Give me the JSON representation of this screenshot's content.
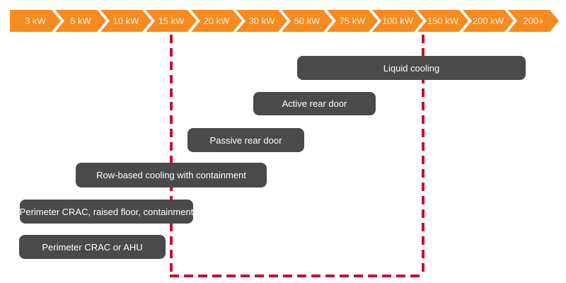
{
  "timeline": {
    "description": "rack power density scale",
    "segments": [
      {
        "label": "3 kW"
      },
      {
        "label": "5 kW"
      },
      {
        "label": "10 kW"
      },
      {
        "label": "15 kW"
      },
      {
        "label": "20 kW"
      },
      {
        "label": "30 kW"
      },
      {
        "label": "50 kW"
      },
      {
        "label": "75 kW"
      },
      {
        "label": "100 kW"
      },
      {
        "label": "150 kW"
      },
      {
        "label": "200 kW"
      },
      {
        "label": "200+"
      }
    ]
  },
  "bars": [
    {
      "label": "Liquid cooling"
    },
    {
      "label": "Active rear door"
    },
    {
      "label": "Passive rear door"
    },
    {
      "label": "Row-based cooling with containment"
    },
    {
      "label": "Perimeter CRAC, raised floor, containment"
    },
    {
      "label": "Perimeter CRAC or AHU"
    }
  ],
  "colors": {
    "arrow_orange": "#F68B1F",
    "arrow_label_cream": "#FCF1DE",
    "chevron_gap_white": "#FFFFFF",
    "bar_gray": "#4A4A4A",
    "bar_label_white": "#FFFFFF",
    "dashed_outline_red": "#C8102E",
    "background": "#FFFFFF"
  }
}
